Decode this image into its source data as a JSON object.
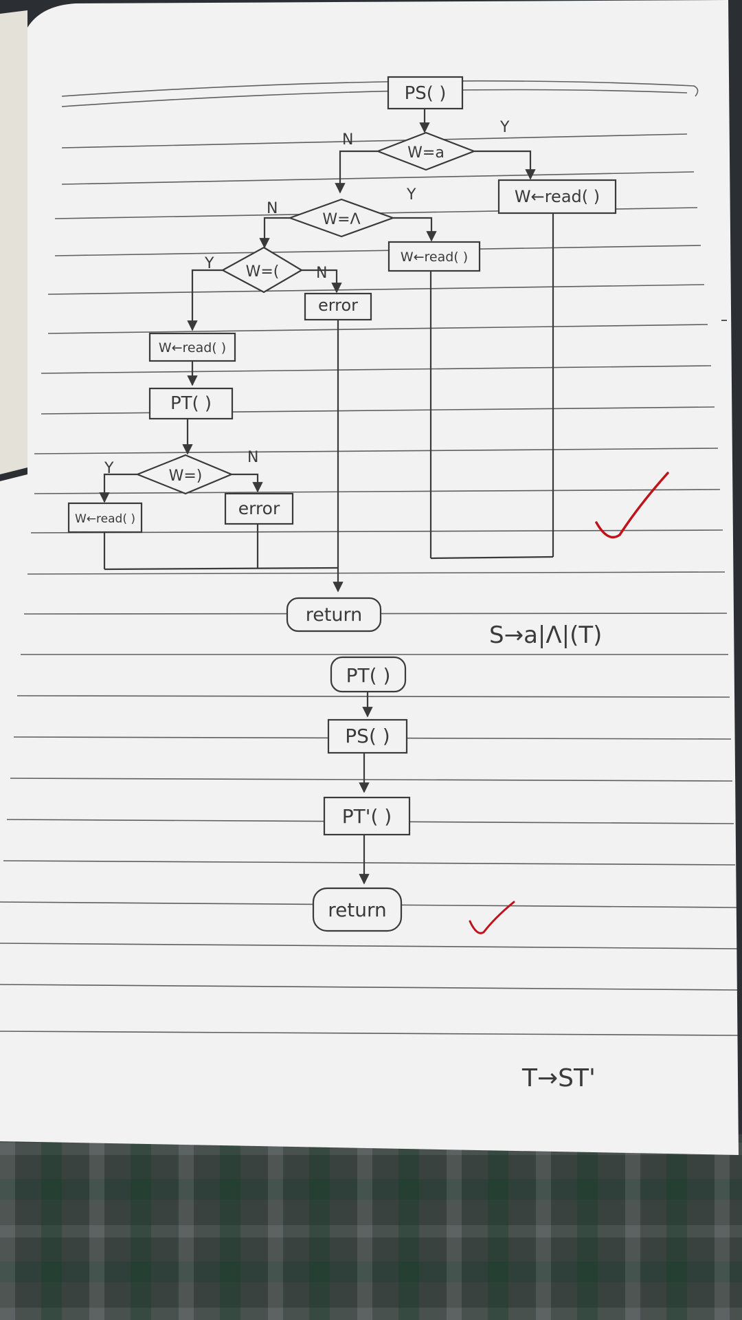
{
  "flowchart_ps": {
    "start": "PS( )",
    "decision_w_eq_a": "W=a",
    "decision_w_eq_lambda": "W=Λ",
    "decision_w_eq_lparen": "W=(",
    "read_a": "W←read( )",
    "read_lambda": "W←read( )",
    "read_lparen": "W←read( )",
    "call_pt": "PT( )",
    "decision_w_eq_rparen": "W=)",
    "read_rparen": "W←read( )",
    "error_1": "error",
    "error_2": "error",
    "end": "return",
    "yes": "Y",
    "no": "N"
  },
  "rule_s": "S→a|Λ|(T)",
  "flowchart_pt": {
    "start": "PT( )",
    "call_ps": "PS( )",
    "call_pt_prime": "PT'( )",
    "end": "return"
  },
  "rule_t": "T→ST'",
  "colors": {
    "paper": "#f1f2f1",
    "ink": "#3a3a3a",
    "rule_line": "#2e2e2e",
    "check_mark": "#c0121a"
  },
  "grader_marks": [
    "check-mark",
    "check-mark"
  ]
}
